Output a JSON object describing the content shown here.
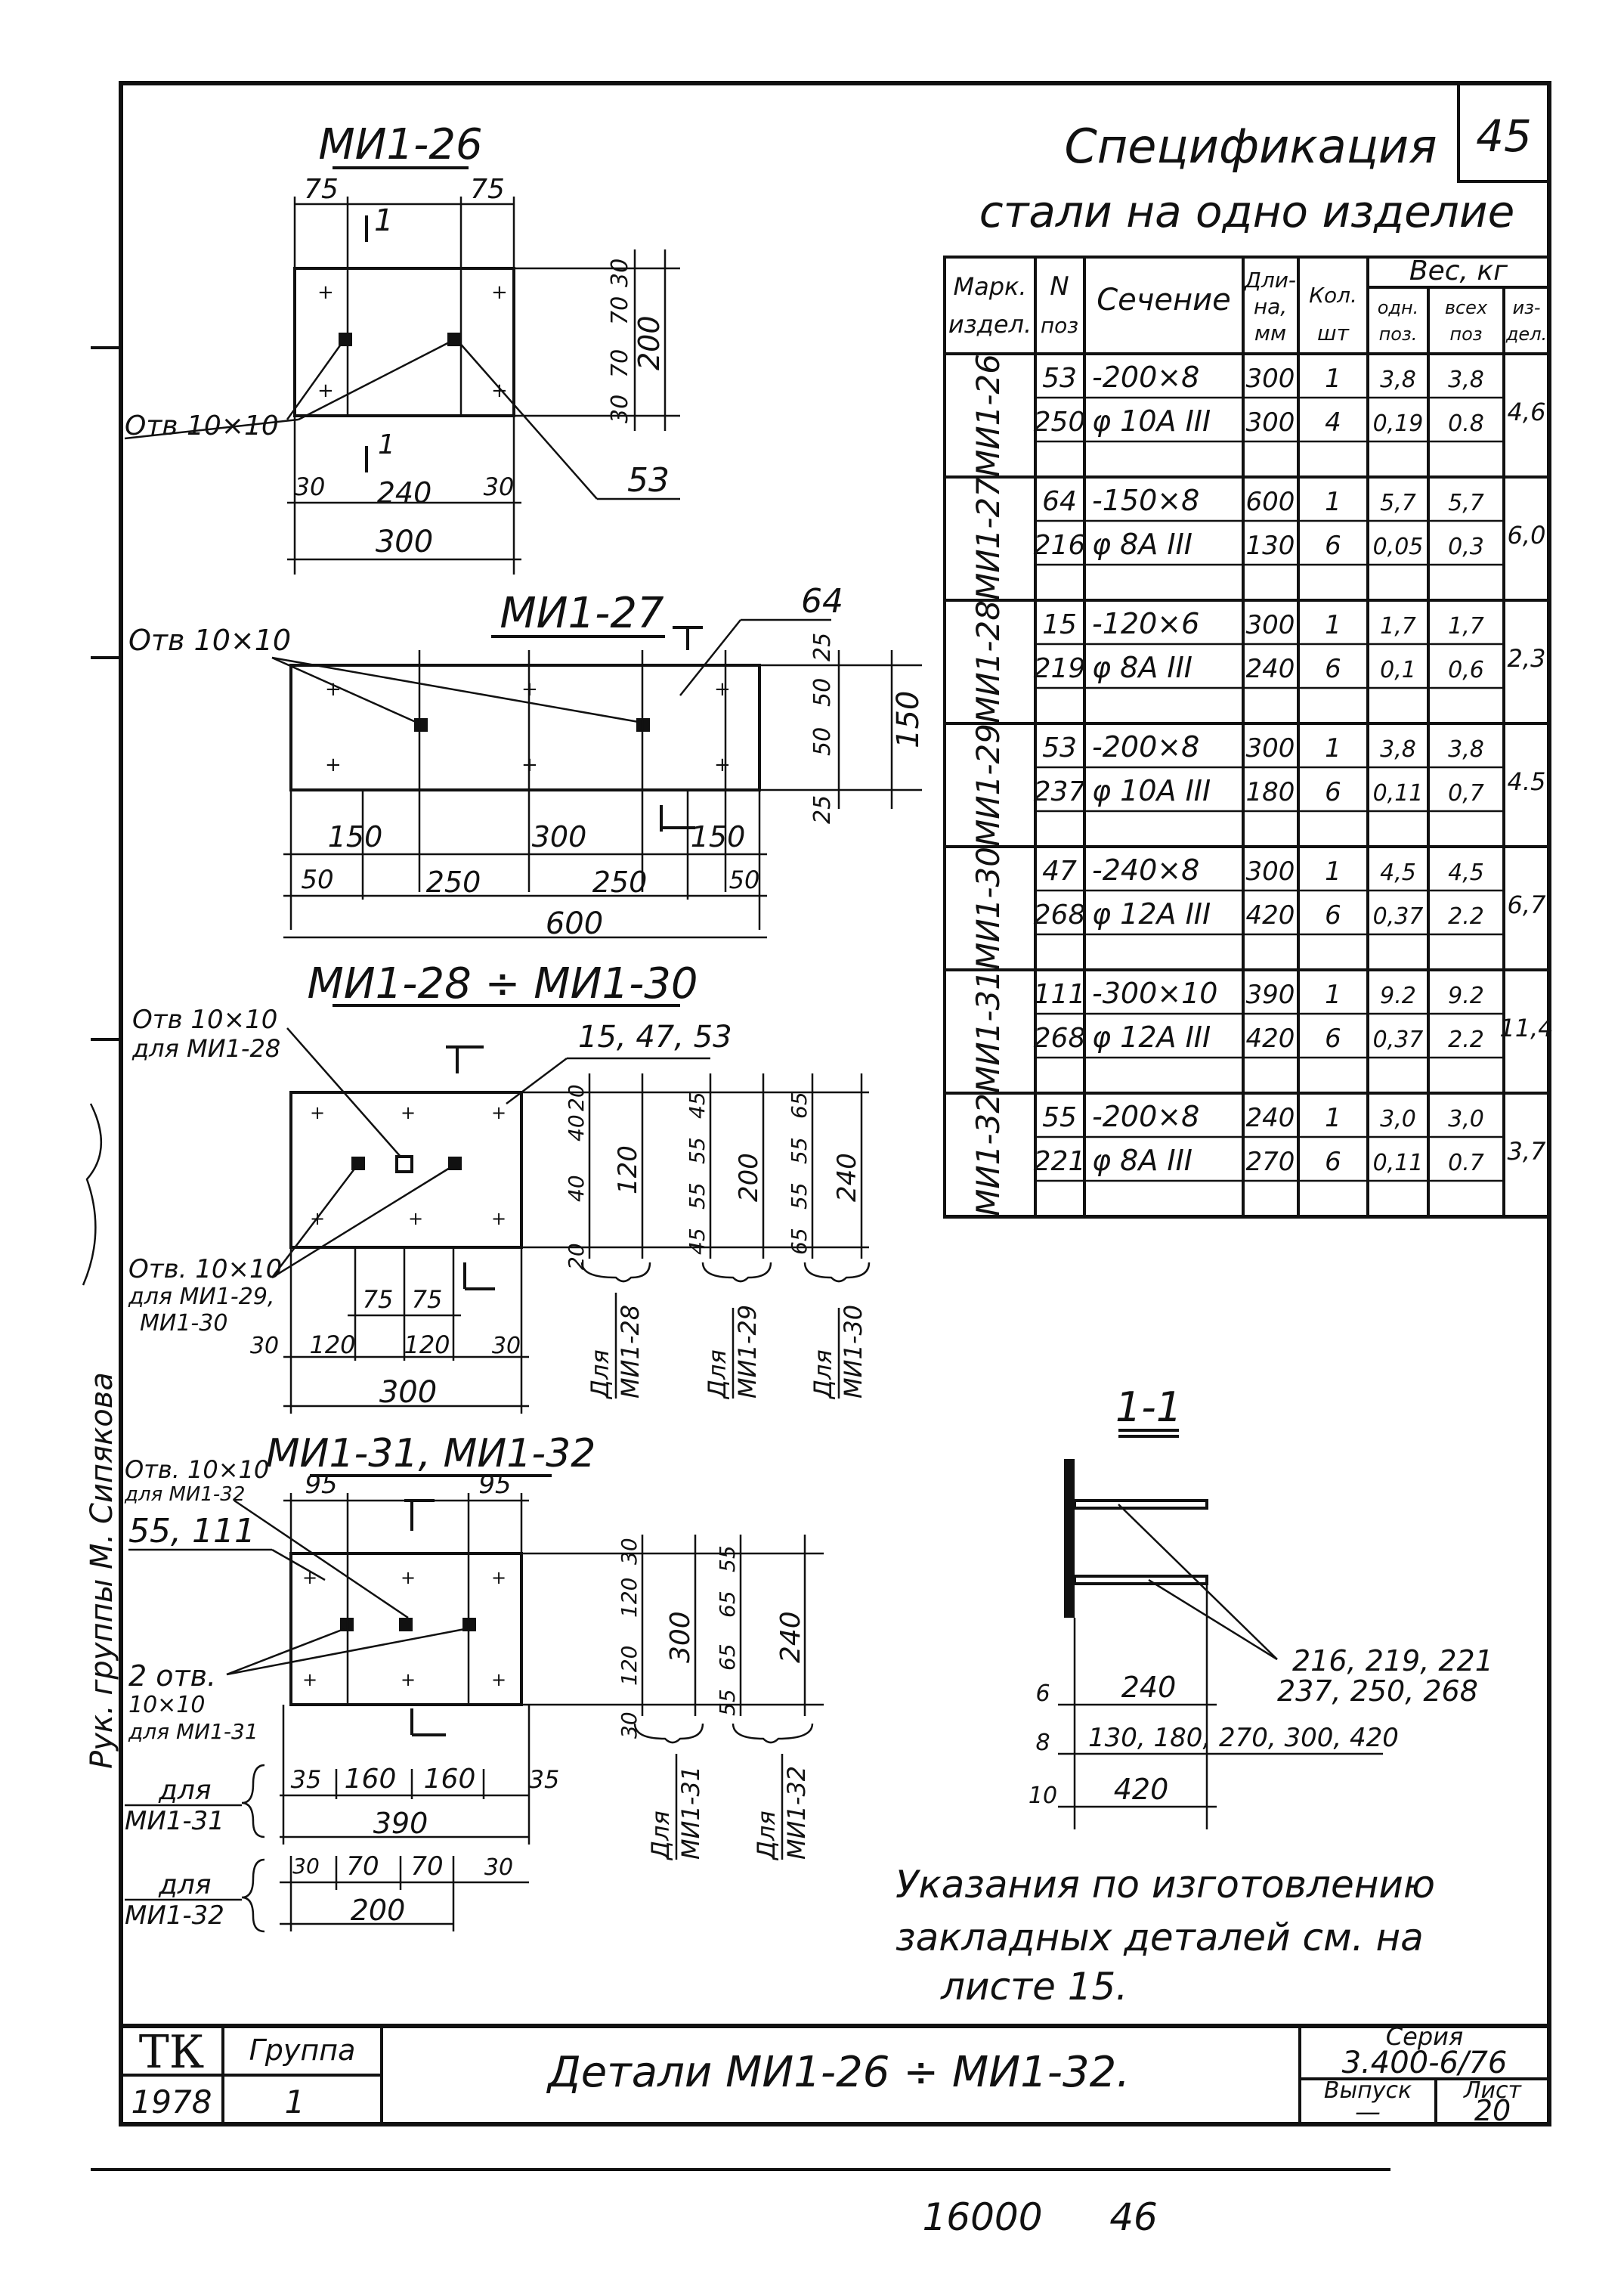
{
  "sheet_number": "45",
  "spec": {
    "title_line1": "Спецификация",
    "title_line2": "стали на одно изделие",
    "headers": {
      "mark": [
        "Марк.",
        "издел."
      ],
      "pos": [
        "N",
        "поз"
      ],
      "section": "Сечение",
      "length": [
        "Дли-",
        "на,",
        "мм"
      ],
      "qty": [
        "Кол.",
        "шт"
      ],
      "weight": "Вес, кг",
      "w_one": [
        "одн.",
        "поз."
      ],
      "w_all": [
        "всех",
        "поз"
      ],
      "w_item": [
        "из-",
        "дел."
      ]
    },
    "groups": [
      {
        "mark": "МИ1-26",
        "rows": [
          {
            "pos": "53",
            "section": "-200×8",
            "length": "300",
            "qty": "1",
            "w_one": "3,8",
            "w_all": "3,8"
          },
          {
            "pos": "250",
            "section": "φ 10А III",
            "length": "300",
            "qty": "4",
            "w_one": "0,19",
            "w_all": "0.8"
          }
        ],
        "w_item": "4,6"
      },
      {
        "mark": "МИ1-27",
        "rows": [
          {
            "pos": "64",
            "section": "-150×8",
            "length": "600",
            "qty": "1",
            "w_one": "5,7",
            "w_all": "5,7"
          },
          {
            "pos": "216",
            "section": "φ 8А III",
            "length": "130",
            "qty": "6",
            "w_one": "0,05",
            "w_all": "0,3"
          }
        ],
        "w_item": "6,0"
      },
      {
        "mark": "МИ1-28",
        "rows": [
          {
            "pos": "15",
            "section": "-120×6",
            "length": "300",
            "qty": "1",
            "w_one": "1,7",
            "w_all": "1,7"
          },
          {
            "pos": "219",
            "section": "φ 8А III",
            "length": "240",
            "qty": "6",
            "w_one": "0,1",
            "w_all": "0,6"
          }
        ],
        "w_item": "2,3"
      },
      {
        "mark": "МИ1-29",
        "rows": [
          {
            "pos": "53",
            "section": "-200×8",
            "length": "300",
            "qty": "1",
            "w_one": "3,8",
            "w_all": "3,8"
          },
          {
            "pos": "237",
            "section": "φ 10А III",
            "length": "180",
            "qty": "6",
            "w_one": "0,11",
            "w_all": "0,7"
          }
        ],
        "w_item": "4.5"
      },
      {
        "mark": "МИ1-30",
        "rows": [
          {
            "pos": "47",
            "section": "-240×8",
            "length": "300",
            "qty": "1",
            "w_one": "4,5",
            "w_all": "4,5"
          },
          {
            "pos": "268",
            "section": "φ 12А III",
            "length": "420",
            "qty": "6",
            "w_one": "0,37",
            "w_all": "2.2"
          }
        ],
        "w_item": "6,7"
      },
      {
        "mark": "МИ1-31",
        "rows": [
          {
            "pos": "111",
            "section": "-300×10",
            "length": "390",
            "qty": "1",
            "w_one": "9.2",
            "w_all": "9.2"
          },
          {
            "pos": "268",
            "section": "φ 12А III",
            "length": "420",
            "qty": "6",
            "w_one": "0,37",
            "w_all": "2.2"
          }
        ],
        "w_item": "11,4"
      },
      {
        "mark": "МИ1-32",
        "rows": [
          {
            "pos": "55",
            "section": "-200×8",
            "length": "240",
            "qty": "1",
            "w_one": "3,0",
            "w_all": "3,0"
          },
          {
            "pos": "221",
            "section": "φ 8А III",
            "length": "270",
            "qty": "6",
            "w_one": "0,11",
            "w_all": "0.7"
          }
        ],
        "w_item": "3,7"
      }
    ]
  },
  "details": {
    "mi26": {
      "title": "МИ1-26",
      "top_dims": [
        "75",
        "75"
      ],
      "right_dims": [
        "30",
        "70",
        "70",
        "30"
      ],
      "height": "200",
      "hole_note": "Отв 10×10",
      "pos": "53",
      "bottom_dims": [
        "30",
        "240",
        "30"
      ],
      "width": "300",
      "section": "1"
    },
    "mi27": {
      "title": "МИ1-27",
      "hole_note": "Отв 10×10",
      "pos": "64",
      "right_dims": [
        "25",
        "50",
        "50",
        "25"
      ],
      "height": "150",
      "row1": [
        "150",
        "300",
        "150"
      ],
      "row2": [
        "50",
        "250",
        "250",
        "50"
      ],
      "width": "600"
    },
    "mi28": {
      "title": "МИ1-28 ÷ МИ1-30",
      "hole_note_a": [
        "Отв 10×10",
        "для МИ1-28"
      ],
      "hole_note_b": [
        "Отв. 10×10",
        "для МИ1-29,",
        "МИ1-30"
      ],
      "pos": "15, 47, 53",
      "col28": [
        "20",
        "40",
        "40",
        "20"
      ],
      "h28": "120",
      "col29": [
        "45",
        "55",
        "55",
        "45"
      ],
      "h29": "200",
      "col30": [
        "65",
        "55",
        "55",
        "65"
      ],
      "h30": "240",
      "label28": [
        "Для",
        "МИ1-28"
      ],
      "label29": [
        "Для",
        "МИ1-29"
      ],
      "label30": [
        "Для",
        "МИ1-30"
      ],
      "mid_dims": [
        "75",
        "75"
      ],
      "bottom_dims": [
        "30",
        "120",
        "120",
        "30"
      ],
      "width": "300"
    },
    "mi31": {
      "title": "МИ1-31, МИ1-32",
      "hole_note_a": [
        "Отв. 10×10",
        "для МИ1-32"
      ],
      "pos": "55, 111",
      "hole_note_b": [
        "2 отв.",
        "10×10",
        "для МИ1-31"
      ],
      "top_dims": [
        "95",
        "95"
      ],
      "col31": [
        "30",
        "120",
        "120",
        "30"
      ],
      "h31": "300",
      "col32": [
        "55",
        "65",
        "65",
        "55"
      ],
      "h32": "240",
      "label31": [
        "Для",
        "МИ1-31"
      ],
      "label32": [
        "Для",
        "МИ1-32"
      ],
      "for31": [
        "для",
        "МИ1-31"
      ],
      "dims31": [
        "35",
        "160",
        "160",
        "35"
      ],
      "width31": "390",
      "for32": [
        "для",
        "МИ1-32"
      ],
      "dims32": [
        "30",
        "70",
        "70",
        "30"
      ],
      "width32": "200"
    },
    "section11": {
      "title": "1-1",
      "bars": [
        "216, 219, 221",
        "237, 250, 268"
      ],
      "rows": [
        {
          "t": "6",
          "len": "240"
        },
        {
          "t": "8",
          "len": "130, 180, 270, 300, 420"
        },
        {
          "t": "10",
          "len": "420"
        }
      ]
    }
  },
  "note": [
    "Указания по изготовлению",
    "закладных деталей см. на",
    "листе 15."
  ],
  "side_stamp": "Рук. группы  М. Сипякова",
  "title_block": {
    "org": "ТК",
    "group_label": "Группа",
    "group_value": "1",
    "year": "1978",
    "title": "Детали МИ1-26 ÷ МИ1-32.",
    "series_label": "Серия",
    "series_value": "3.400-6/76",
    "issue_label": "Выпуск",
    "issue_value": "—",
    "sheet_label": "Лист",
    "sheet_value": "20"
  },
  "footer": {
    "code": "16000",
    "page": "46"
  }
}
